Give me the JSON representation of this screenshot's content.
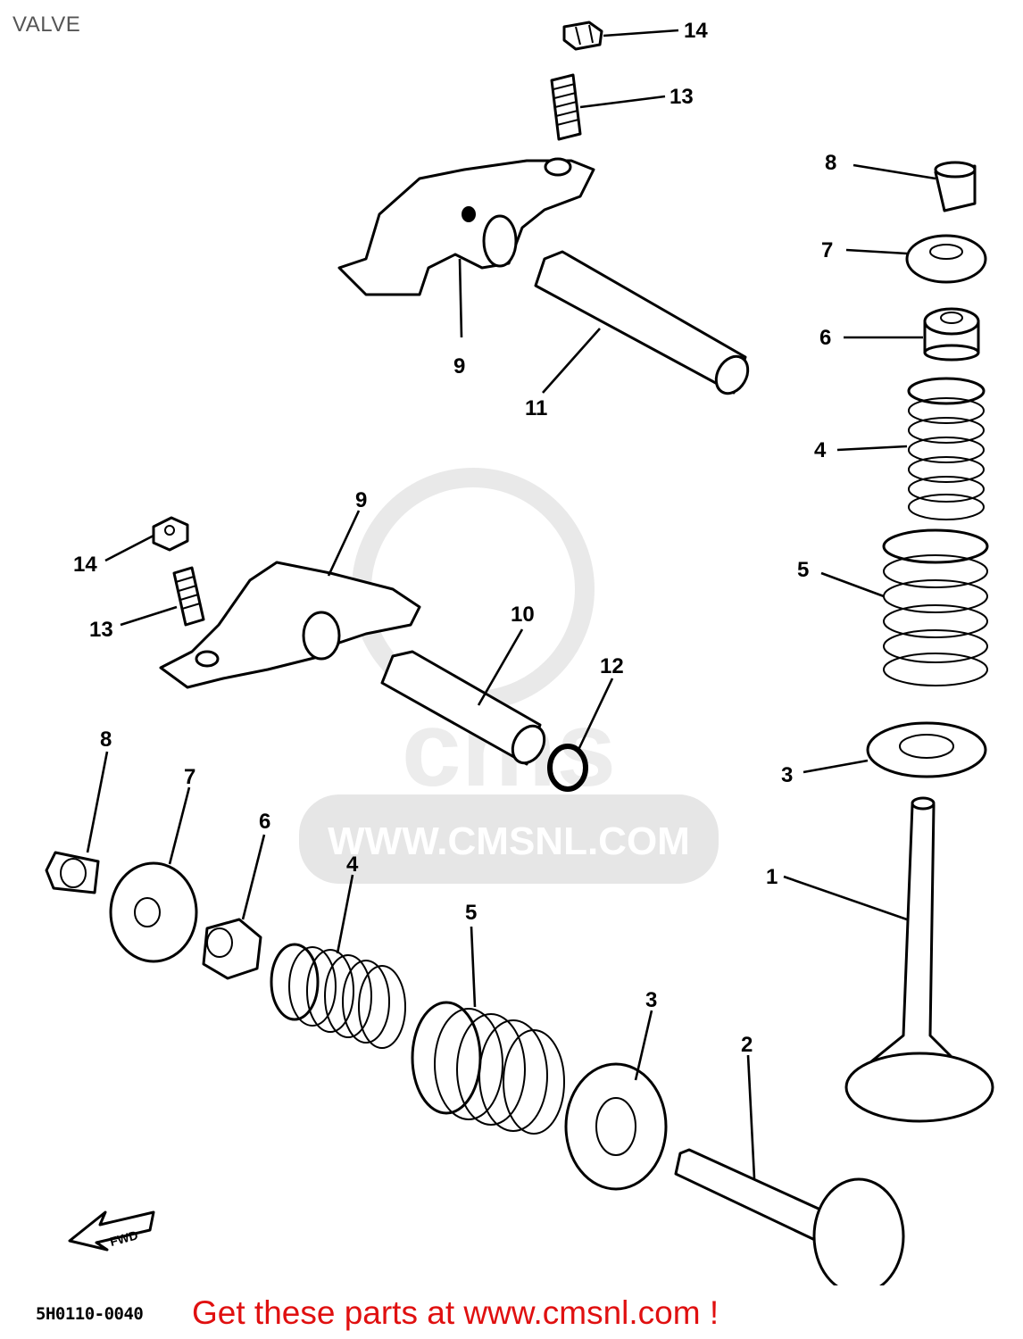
{
  "header": {
    "title": "VALVE"
  },
  "watermark": {
    "text": "WWW.CMSNL.COM",
    "brand": "cms",
    "color": "#e6e6e6"
  },
  "callouts": {
    "c1": "1",
    "c2": "2",
    "c3a": "3",
    "c3b": "3",
    "c4a": "4",
    "c4b": "4",
    "c5a": "5",
    "c5b": "5",
    "c6a": "6",
    "c6b": "6",
    "c7a": "7",
    "c7b": "7",
    "c8a": "8",
    "c8b": "8",
    "c9a": "9",
    "c9b": "9",
    "c10": "10",
    "c11": "11",
    "c12": "12",
    "c13a": "13",
    "c13b": "13",
    "c14a": "14",
    "c14b": "14"
  },
  "fwd_arrow": {
    "text": "FWD"
  },
  "footer": {
    "diagram_code": "5H0110-0040",
    "link_text": "Get these parts at www.cmsnl.com !",
    "link_color": "#e01010"
  }
}
